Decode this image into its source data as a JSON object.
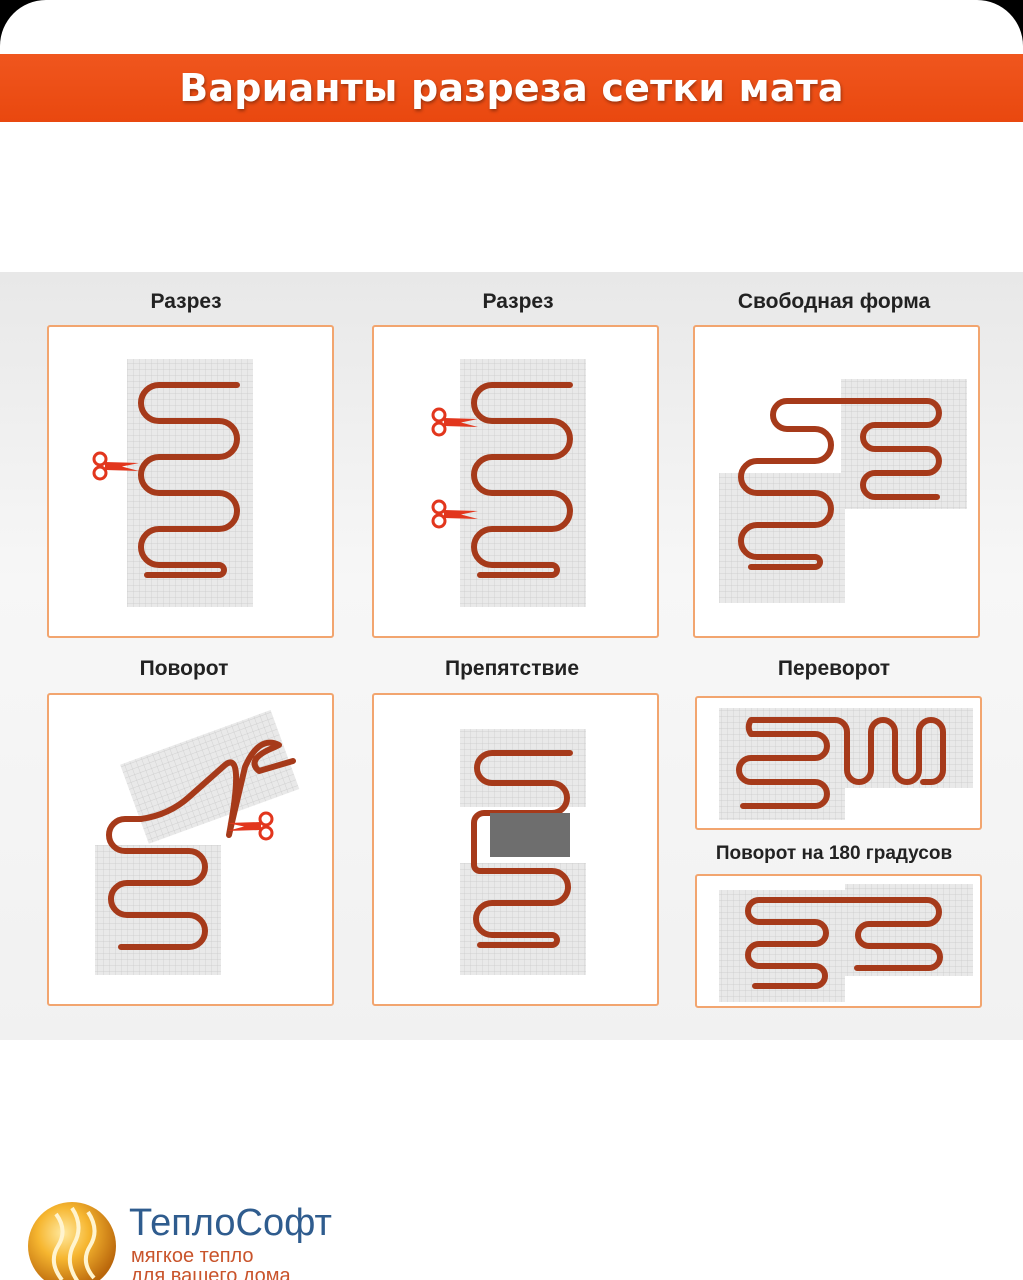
{
  "header": {
    "title": "Варианты разреза сетки мата"
  },
  "cards": [
    {
      "label": "Разрез"
    },
    {
      "label": "Разрез"
    },
    {
      "label": "Свободная форма"
    },
    {
      "label": "Поворот"
    },
    {
      "label": "Препятствие"
    },
    {
      "label": "Переворот"
    },
    {
      "label": "Поворот на 180 градусов"
    }
  ],
  "brand": {
    "name": "ТеплоСофт",
    "tagline_line1": "мягкое тепло",
    "tagline_line2": "для вашего дома"
  },
  "colors": {
    "banner": "#ee5018",
    "cable": "#a63a1a",
    "box_border": "#f2a56f",
    "scissors": "#e2361d",
    "obstacle": "#6e6e6e",
    "brand_text": "#2f5c8e",
    "tagline_text": "#c9542b"
  },
  "icons": [
    "scissors-icon",
    "obstacle-block",
    "teplosoft-logo-icon"
  ]
}
